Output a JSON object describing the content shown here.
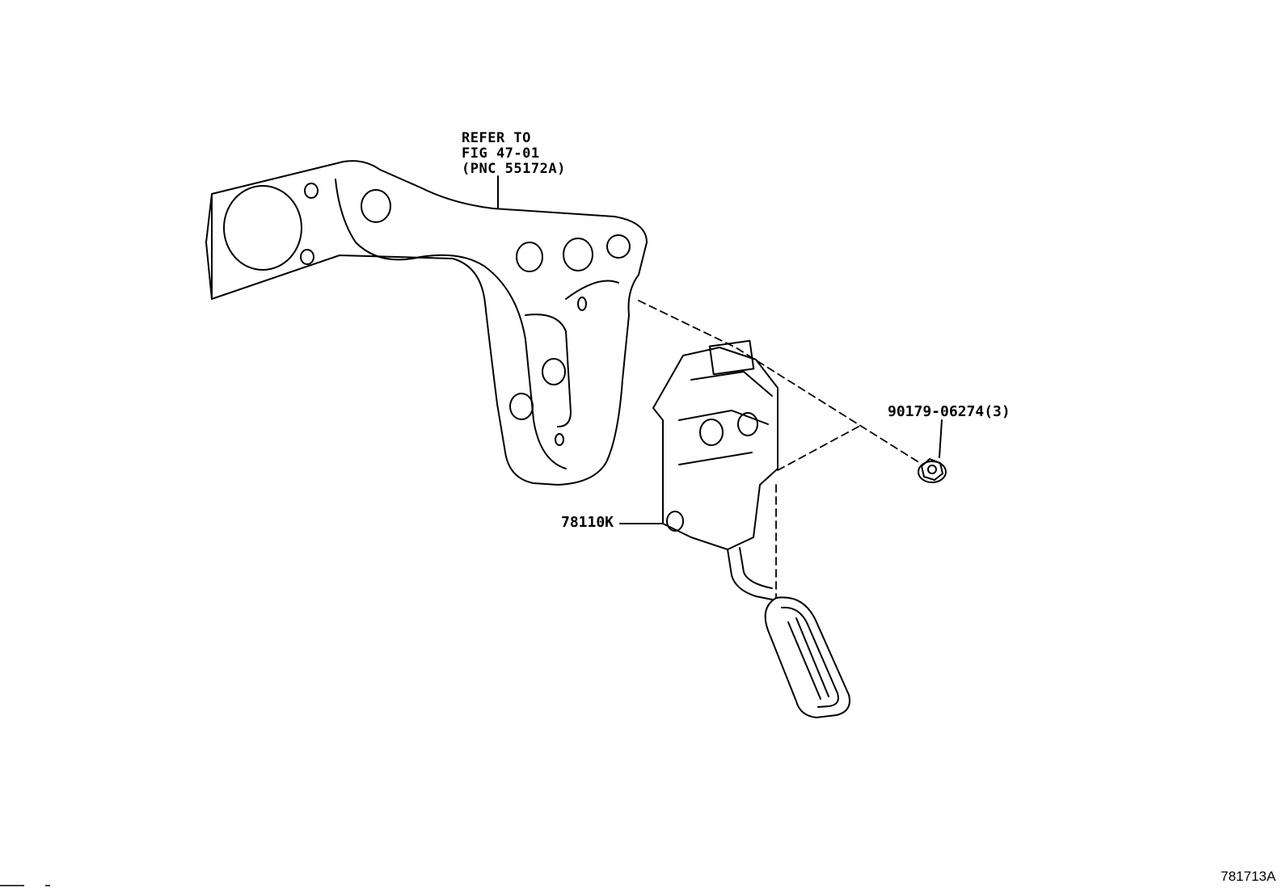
{
  "note": {
    "line1": "REFER TO",
    "line2": "FIG 47-01",
    "line3": "(PNC 55172A)"
  },
  "parts": {
    "pedal_assembly": "78110K",
    "nut": "90179-06274(3)"
  },
  "figure_id": "781713A",
  "colors": {
    "ink": "#000000",
    "paper": "#ffffff"
  }
}
